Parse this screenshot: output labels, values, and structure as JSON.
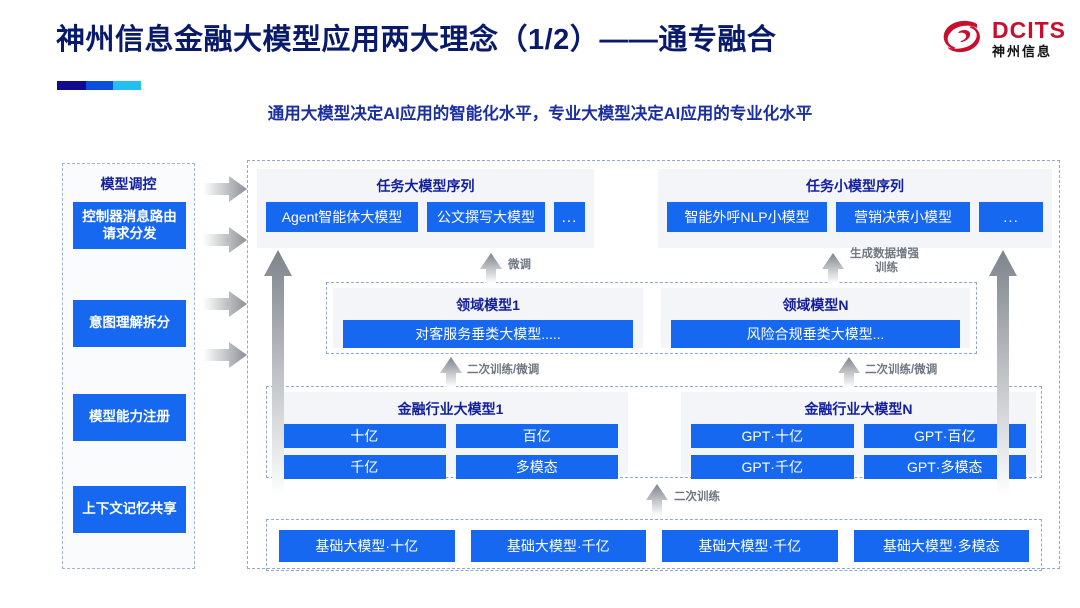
{
  "header": {
    "title": "神州信息金融大模型应用两大理念（1/2）——通专融合",
    "subtitle": "通用大模型决定AI应用的智能化水平，专业大模型决定AI应用的专业化水平",
    "logo_en": "DCITS",
    "logo_cn": "神州信息"
  },
  "control_panel": {
    "title": "模型调控",
    "items": [
      {
        "label": "控制器消息路由请求分发"
      },
      {
        "label": "意图理解拆分"
      },
      {
        "label": "模型能力注册"
      },
      {
        "label": "上下文记忆共享"
      }
    ]
  },
  "task_sequences": [
    {
      "title": "任务大模型序列",
      "chips": [
        "Agent智能体大模型",
        "公文撰写大模型",
        "..."
      ]
    },
    {
      "title": "任务小模型序列",
      "chips": [
        "智能外呼NLP小模型",
        "营销决策小模型",
        "..."
      ]
    }
  ],
  "domain_models": [
    {
      "title": "领域模型1",
      "bar": "对客服务垂类大模型....."
    },
    {
      "title": "领域模型N",
      "bar": "风险合规垂类大模型..."
    }
  ],
  "industry_models": [
    {
      "title": "金融行业大模型1",
      "cells": [
        "十亿",
        "百亿",
        "千亿",
        "多模态"
      ]
    },
    {
      "title": "金融行业大模型N",
      "cells": [
        "GPT·十亿",
        "GPT·百亿",
        "GPT·千亿",
        "GPT·多模态"
      ]
    }
  ],
  "base_models": [
    "基础大模型·十亿",
    "基础大模型·千亿",
    "基础大模型·千亿",
    "基础大模型·多模态"
  ],
  "arrow_labels": {
    "fine_tune": "微调",
    "data_aug_line1": "生成数据增强",
    "data_aug_line2": "训练",
    "retrain_finetune_left": "二次训练/微调",
    "retrain_finetune_right": "二次训练/微调",
    "retrain": "二次训练"
  },
  "colors": {
    "brand_blue": "#1668f0",
    "title_navy": "#0a1a6b",
    "logo_red": "#c8102e",
    "panel_grey": "#f3f5f8",
    "dash_border": "#8ea9d4"
  }
}
